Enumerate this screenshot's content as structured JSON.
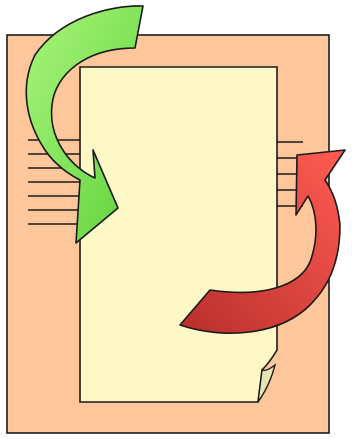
{
  "figure": {
    "kind": "clipart",
    "description_icons": {
      "back_sheet": "document-sheet-icon",
      "front_sheet": "page-with-curled-corner-icon",
      "green_arrow": "curved-arrow-down-right-icon",
      "red_arrow": "curved-arrow-up-right-icon"
    },
    "colors": {
      "back_sheet_fill": "#fdc79b",
      "front_sheet_fill": "#fdf8c6",
      "curl_fill": "#e6e4b4",
      "outline": "#1a1a1a",
      "green_light": "#a8f57a",
      "green_dark": "#5fd23a",
      "red_light": "#ff5c52",
      "red_dark": "#b92f2c"
    },
    "text_line_counts": {
      "left_margin_lines": 7,
      "right_margin_lines": 5
    }
  }
}
